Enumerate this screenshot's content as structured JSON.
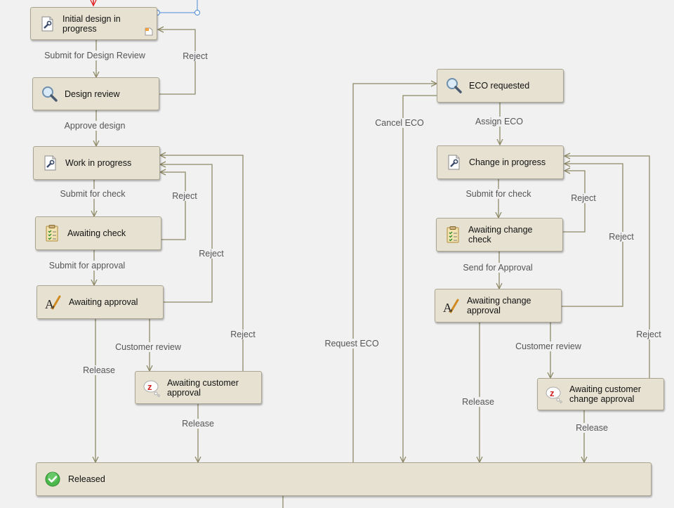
{
  "states": {
    "initial_design": {
      "label": "Initial design in progress",
      "icon": "document-wrench-icon"
    },
    "design_review": {
      "label": "Design review",
      "icon": "magnifier-icon"
    },
    "work_in_progress": {
      "label": "Work in progress",
      "icon": "document-wrench-icon"
    },
    "awaiting_check": {
      "label": "Awaiting check",
      "icon": "checklist-clipboard-icon"
    },
    "awaiting_approval": {
      "label": "Awaiting approval",
      "icon": "signature-pen-icon"
    },
    "awaiting_customer_approval": {
      "label": "Awaiting customer approval",
      "icon": "sleep-z-bubble-icon"
    },
    "eco_requested": {
      "label": "ECO requested",
      "icon": "magnifier-icon"
    },
    "change_in_progress": {
      "label": "Change in progress",
      "icon": "document-wrench-icon"
    },
    "awaiting_change_check": {
      "label": "Awaiting change check",
      "icon": "checklist-clipboard-icon"
    },
    "awaiting_change_approval": {
      "label": "Awaiting change approval",
      "icon": "signature-pen-icon"
    },
    "awaiting_customer_change_approval": {
      "label": "Awaiting customer change approval",
      "icon": "sleep-z-bubble-icon"
    },
    "released": {
      "label": "Released",
      "icon": "green-check-circle-icon"
    }
  },
  "transitions": {
    "submit_design_review": "Submit for Design Review",
    "reject_design_review": "Reject",
    "approve_design": "Approve design",
    "submit_check": "Submit for check",
    "reject_check": "Reject",
    "submit_approval": "Submit for approval",
    "reject_approval": "Reject",
    "customer_review": "Customer review",
    "reject_customer": "Reject",
    "release_approval": "Release",
    "release_customer": "Release",
    "request_eco": "Request ECO",
    "cancel_eco": "Cancel ECO",
    "assign_eco": "Assign ECO",
    "submit_change_check": "Submit for check",
    "reject_change_check": "Reject",
    "send_approval": "Send for Approval",
    "reject_change_approval": "Reject",
    "change_customer_review": "Customer review",
    "reject_change_customer": "Reject",
    "release_change_approval": "Release",
    "release_change_customer": "Release"
  },
  "colors": {
    "connector": "#8e8966",
    "selection": "#4a8ad8",
    "incoming_arrow": "#e02020",
    "state_fill": "#e6e1d1",
    "state_border": "#a9a592",
    "background": "#f1f1f1"
  }
}
